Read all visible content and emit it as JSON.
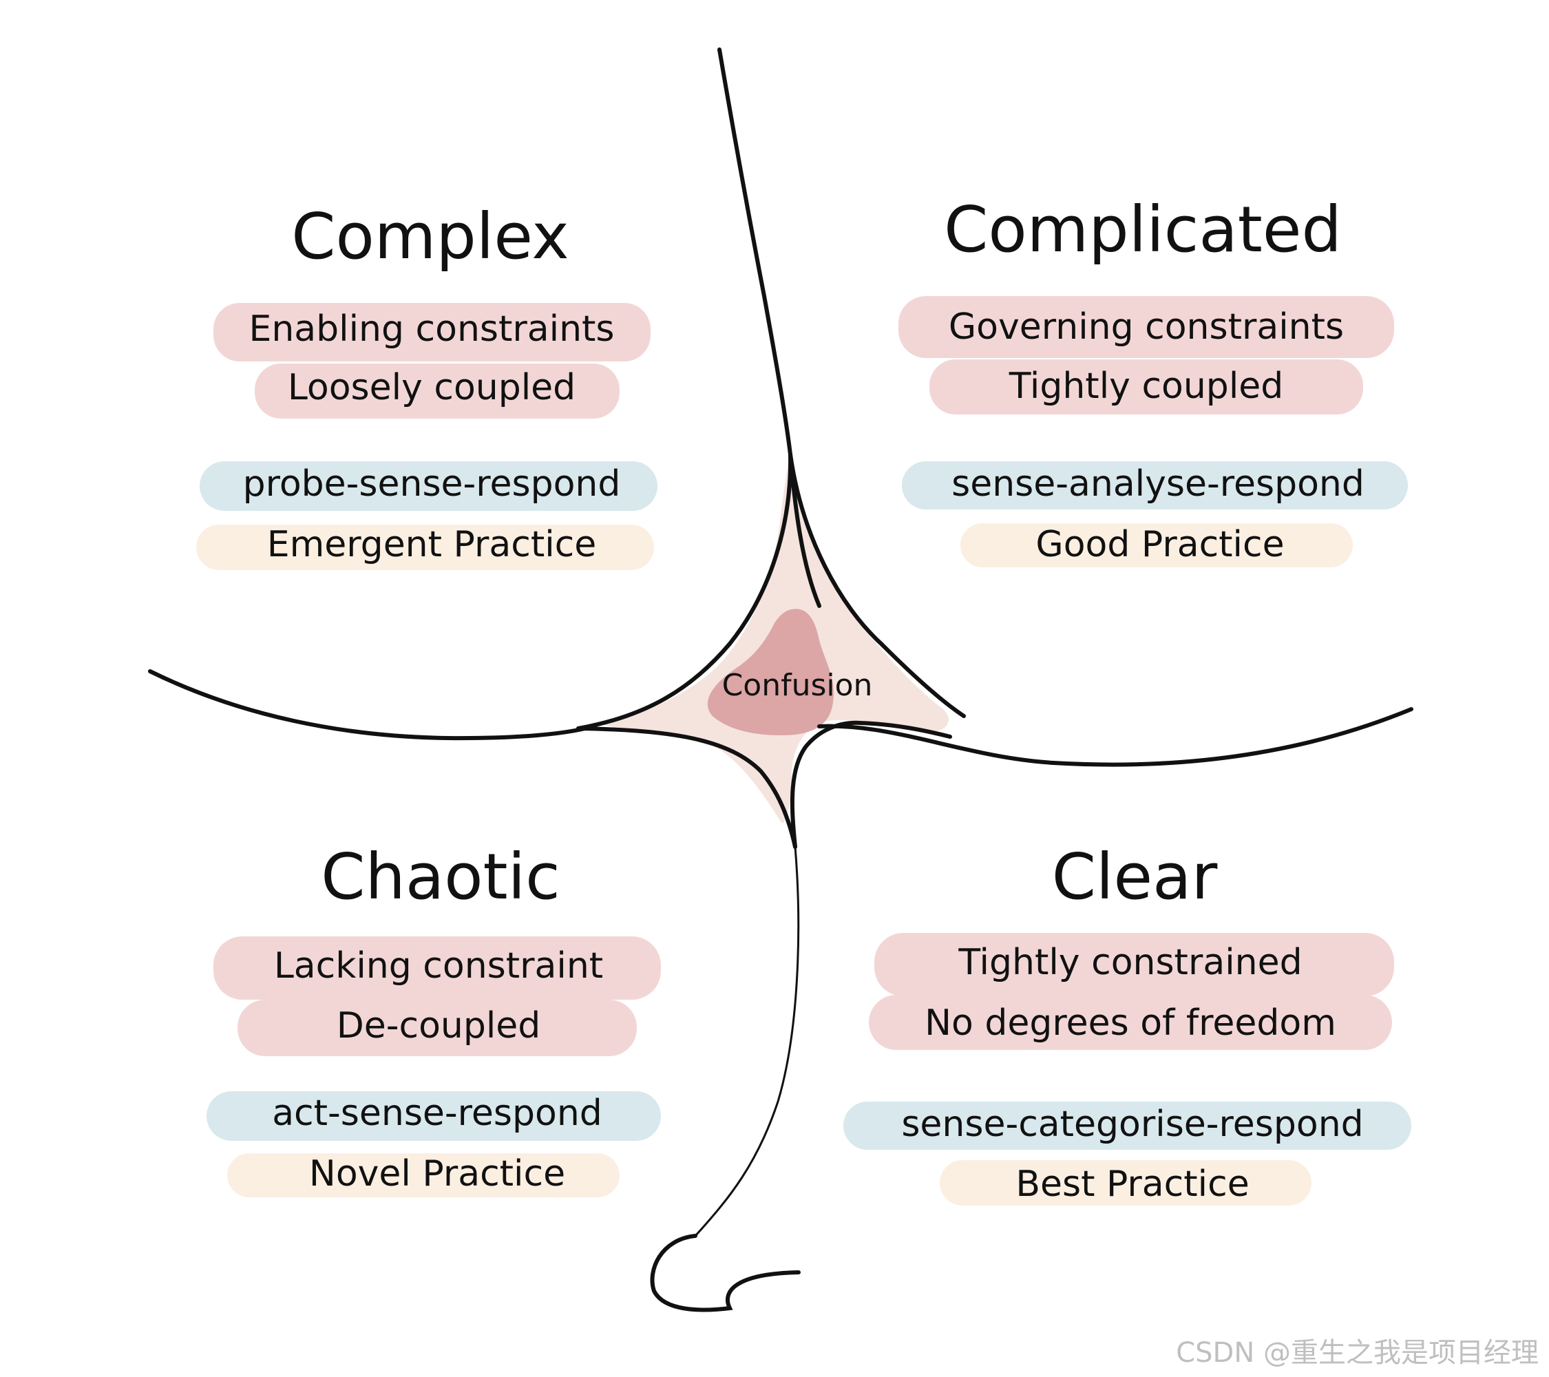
{
  "colors": {
    "line": "#111111",
    "pink_band": "#f2d6d6",
    "blue_band": "#d8e8ec",
    "peach_band": "#fbefe2",
    "center_fill": "#f4e2dc",
    "center_blob": "#dca5a6",
    "watermark": "#bfbfbf"
  },
  "domains": {
    "complex": {
      "title": "Complex",
      "constraint": "Enabling constraints",
      "coupling": "Loosely coupled",
      "approach": "probe-sense-respond",
      "practice": "Emergent Practice"
    },
    "complicated": {
      "title": "Complicated",
      "constraint": "Governing constraints",
      "coupling": "Tightly coupled",
      "approach": "sense-analyse-respond",
      "practice": "Good Practice"
    },
    "chaotic": {
      "title": "Chaotic",
      "constraint": "Lacking constraint",
      "coupling": "De-coupled",
      "approach": "act-sense-respond",
      "practice": "Novel Practice"
    },
    "clear": {
      "title": "Clear",
      "constraint": "Tightly constrained",
      "coupling": "No degrees of freedom",
      "approach": "sense-categorise-respond",
      "practice": "Best Practice"
    }
  },
  "center": {
    "label": "Confusion"
  },
  "watermark": "CSDN @重生之我是项目经理"
}
